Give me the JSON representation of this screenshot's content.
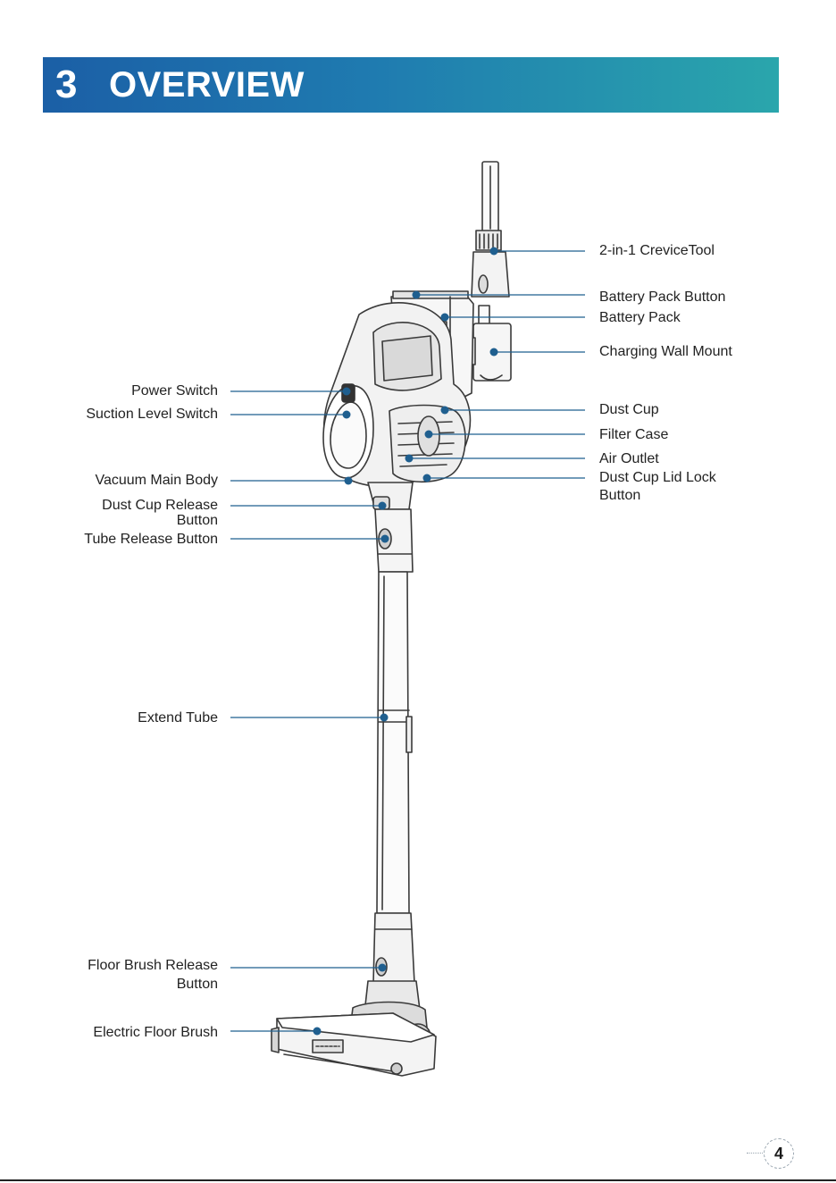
{
  "header": {
    "section_number": "3",
    "section_title": "OVERVIEW",
    "gradient_colors": [
      "#1b5fa6",
      "#2aa6ac"
    ]
  },
  "callouts": {
    "left": [
      {
        "id": "power-switch",
        "label": "Power Switch",
        "line2": ""
      },
      {
        "id": "suction-level-switch",
        "label": "Suction Level Switch",
        "line2": ""
      },
      {
        "id": "vacuum-main-body",
        "label": "Vacuum Main Body",
        "line2": ""
      },
      {
        "id": "dust-cup-release-button",
        "label": "Dust Cup Release",
        "line2": "Button"
      },
      {
        "id": "tube-release-button",
        "label": "Tube Release Button",
        "line2": ""
      },
      {
        "id": "extend-tube",
        "label": "Extend Tube",
        "line2": ""
      },
      {
        "id": "floor-brush-release-button",
        "label": "Floor Brush Release",
        "line2": "Button"
      },
      {
        "id": "electric-floor-brush",
        "label": "Electric Floor Brush",
        "line2": ""
      }
    ],
    "right": [
      {
        "id": "crevice-tool",
        "label": "2-in-1 CreviceTool",
        "line2": ""
      },
      {
        "id": "battery-pack-button",
        "label": "Battery Pack Button",
        "line2": ""
      },
      {
        "id": "battery-pack",
        "label": "Battery Pack",
        "line2": ""
      },
      {
        "id": "charging-wall-mount",
        "label": "Charging Wall Mount",
        "line2": ""
      },
      {
        "id": "dust-cup",
        "label": "Dust Cup",
        "line2": ""
      },
      {
        "id": "filter-case",
        "label": "Filter Case",
        "line2": ""
      },
      {
        "id": "air-outlet",
        "label": "Air Outlet",
        "line2": ""
      },
      {
        "id": "dust-cup-lid-lock-button",
        "label": "Dust Cup Lid Lock",
        "line2": "Button"
      }
    ],
    "leader_color": "#1f5f8f"
  },
  "footer": {
    "page_number": "4"
  }
}
